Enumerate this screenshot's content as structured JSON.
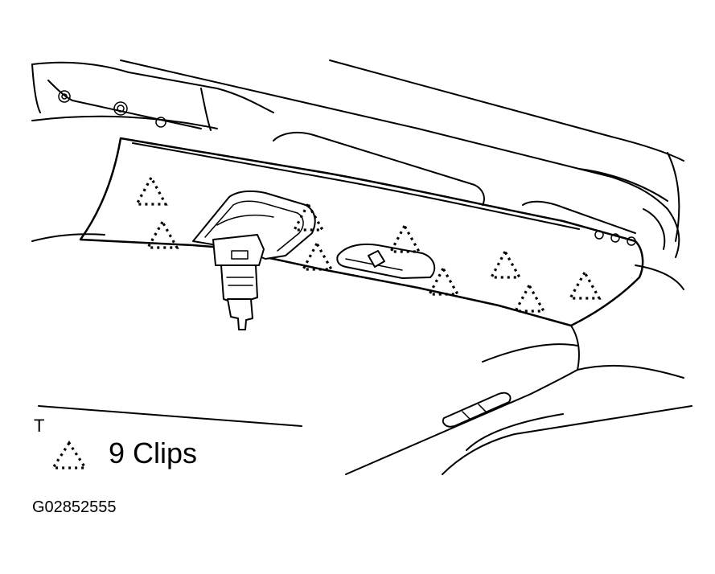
{
  "diagram": {
    "view_letter": "T",
    "legend": {
      "symbol": "dashed-triangle-clip-icon",
      "text": "9 Clips"
    },
    "figure_id": "G02852555"
  }
}
